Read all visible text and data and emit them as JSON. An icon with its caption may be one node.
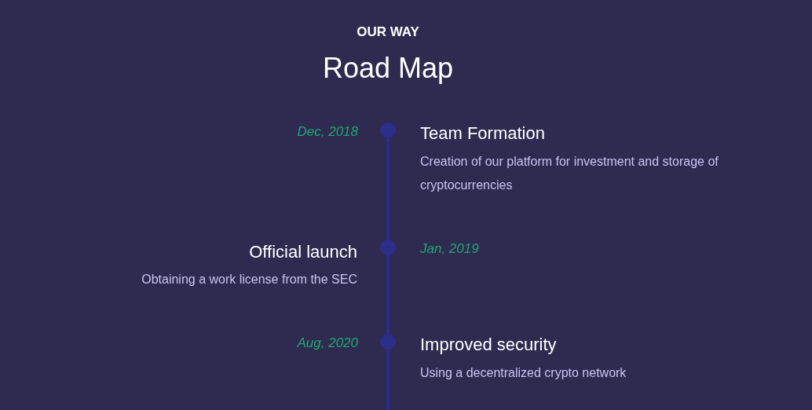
{
  "diagram": {
    "title": "Road Map",
    "labels": [
      "OUR WAY"
    ],
    "nodes": [
      {
        "text": [],
        "shape": "circle",
        "beside": [
          "Dec, 2018",
          "Team Formation",
          "Creation of our platform for investment and storage of cryptocurrencies"
        ]
      },
      {
        "text": [],
        "shape": "circle",
        "beside": [
          "Jan, 2019",
          "Official launch",
          "Obtaining a work license from the SEC"
        ]
      },
      {
        "text": [],
        "shape": "circle",
        "beside": [
          "Aug, 2020",
          "Improved security",
          "Using a decentralized crypto network"
        ]
      }
    ],
    "edges": [
      {
        "from": 0,
        "to": 1,
        "arrow": "none"
      },
      {
        "from": 1,
        "to": 2,
        "arrow": "none"
      },
      {
        "from": 2,
        "to": null,
        "arrow": "none"
      }
    ]
  }
}
